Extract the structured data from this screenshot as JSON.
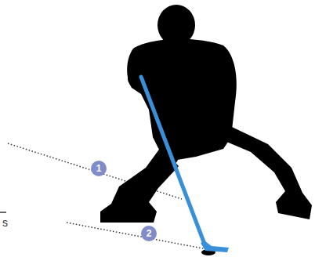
{
  "diagram": {
    "labels": [
      "1",
      "2",
      "s"
    ]
  }
}
